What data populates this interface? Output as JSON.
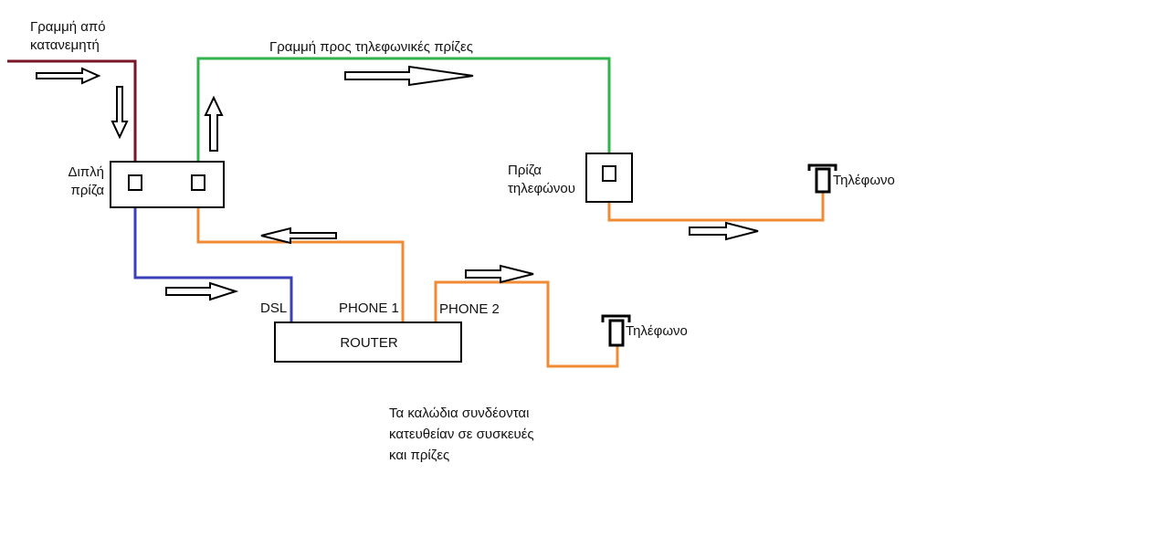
{
  "labels": {
    "incoming_line": [
      "Γραμμή από",
      "κατανεμητή"
    ],
    "line_to_jacks": "Γραμμή προς τηλεφωνικές πρίζες",
    "double_jack": [
      "Διπλή",
      "πρίζα"
    ],
    "phone_jack": [
      "Πρίζα",
      "τηλεφώνου"
    ],
    "phone_right": "Τηλέφωνο",
    "phone_bottom": "Τηλέφωνο",
    "router": "ROUTER",
    "dsl_port": "DSL",
    "phone1_port": "PHONE 1",
    "phone2_port": "PHONE 2",
    "note": [
      "Τα καλώδια συνδέονται",
      "κατευθείαν σε συσκευές",
      "και πρίζες"
    ]
  },
  "colors": {
    "incoming_wire": "#7a1526",
    "green_wire": "#2fb34a",
    "blue_wire": "#3b3fb8",
    "orange_wire": "#f08a33",
    "outline": "#000000"
  },
  "icons": {
    "phone": "phone-handset-icon",
    "arrow": "flow-arrow-icon"
  }
}
